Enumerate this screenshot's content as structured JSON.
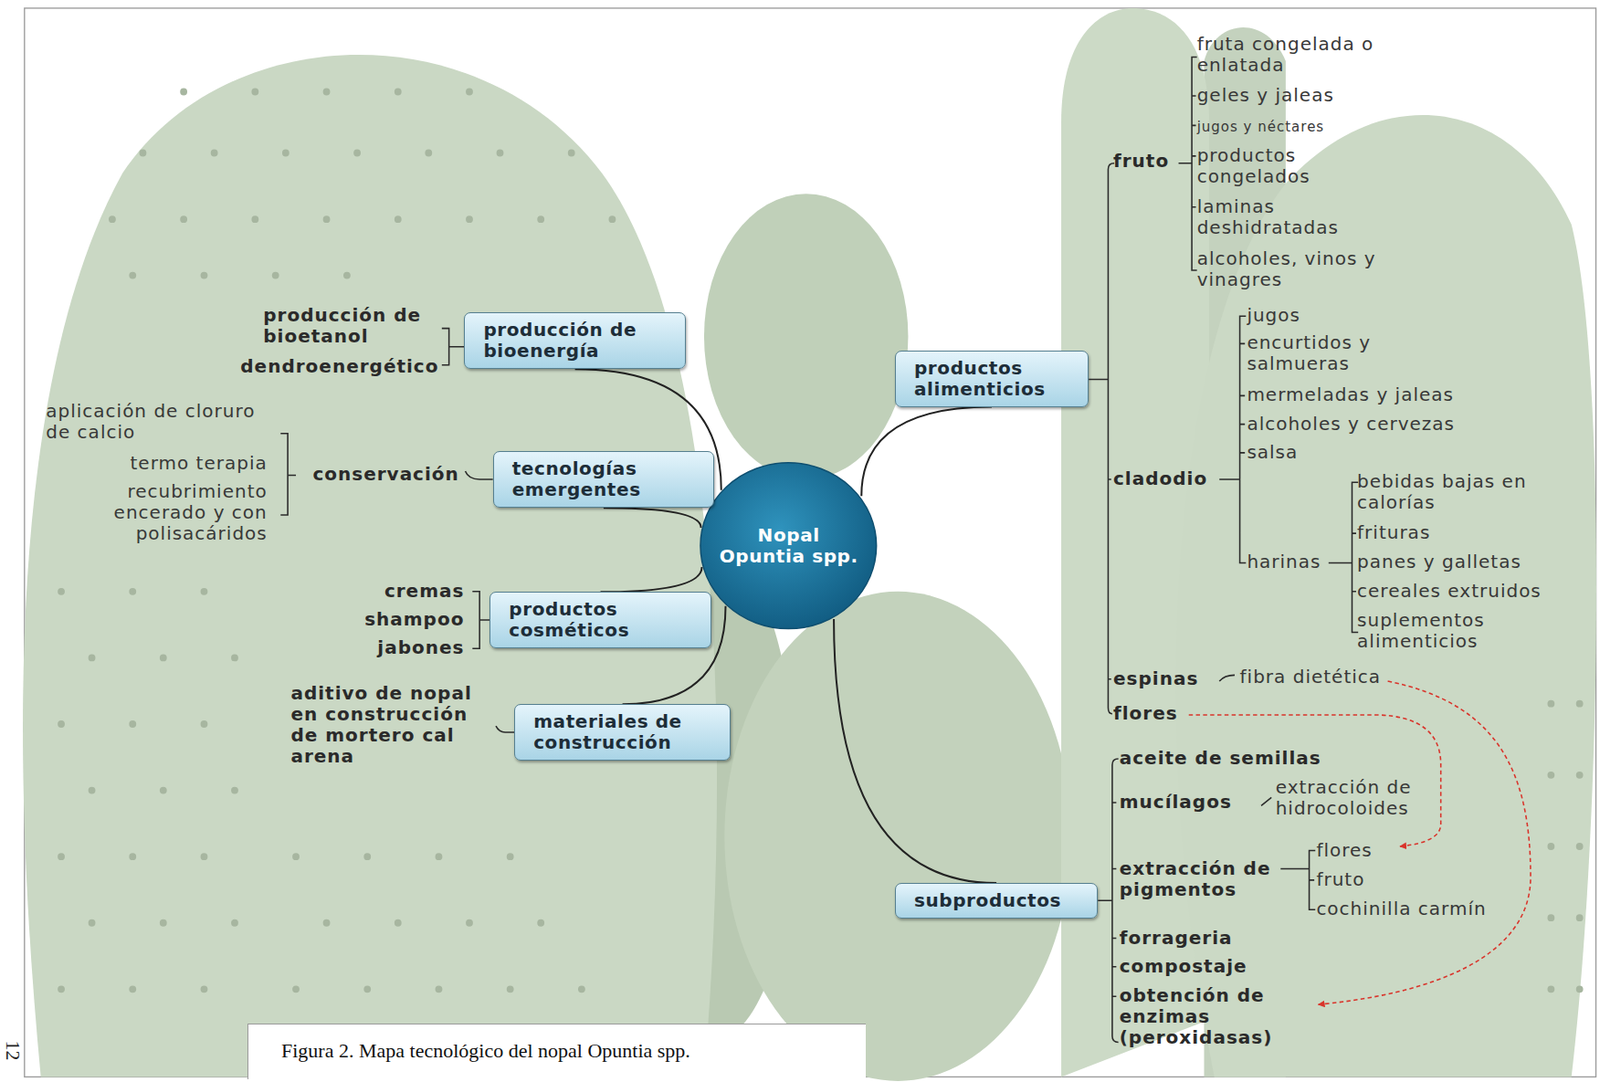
{
  "diagram": {
    "caption": "Figura 2. Mapa tecnológico del nopal Opuntia spp.",
    "nodes": [
      {
        "text": [
          "Nopal Opuntia spp."
        ]
      },
      {
        "text": [
          "producción de bioenergía"
        ]
      },
      {
        "text": [
          "tecnologías emergentes"
        ]
      },
      {
        "text": [
          "productos cosméticos"
        ]
      },
      {
        "text": [
          "materiales de construcción"
        ]
      },
      {
        "text": [
          "productos alimenticios"
        ]
      },
      {
        "text": [
          "subproductos"
        ]
      }
    ],
    "edges": [
      {
        "from": 0,
        "to": 1,
        "arrow": "none"
      },
      {
        "from": 0,
        "to": 2,
        "arrow": "none"
      },
      {
        "from": 0,
        "to": 3,
        "arrow": "none"
      },
      {
        "from": 0,
        "to": 4,
        "arrow": "none"
      },
      {
        "from": 0,
        "to": 5,
        "arrow": "none"
      },
      {
        "from": 0,
        "to": 6,
        "arrow": "none"
      }
    ],
    "labels": [
      "fruto",
      "fruta congelada o enlatada",
      "geles y jaleas",
      "jugos y néctares",
      "productos congelados",
      "laminas deshidratadas",
      "alcoholes, vinos y vinagres",
      "cladodio",
      "jugos",
      "encurtidos y salmueras",
      "mermeladas y jaleas",
      "alcoholes y cervezas",
      "salsa",
      "harinas",
      "bebidas bajas en calorías",
      "frituras",
      "panes y galletas",
      "cereales extruidos",
      "suplementos alimenticios",
      "espinas",
      "fibra dietética",
      "flores",
      "aceite de semillas",
      "mucílagos",
      "extracción de hidrocoloides",
      "extracción de pigmentos",
      "flores",
      "fruto",
      "cochinilla carmín",
      "forrageria",
      "compostaje",
      "obtención de enzimas (peroxidasas)",
      "producción de bioetanol",
      "dendroenergético",
      "aplicación de cloruro de calcio",
      "termo terapia",
      "recubrimiento encerado y con polisacáridos",
      "conservación",
      "cremas",
      "shampoo",
      "jabones",
      "aditivo de nopal en construcción de mortero cal arena",
      "12"
    ]
  }
}
